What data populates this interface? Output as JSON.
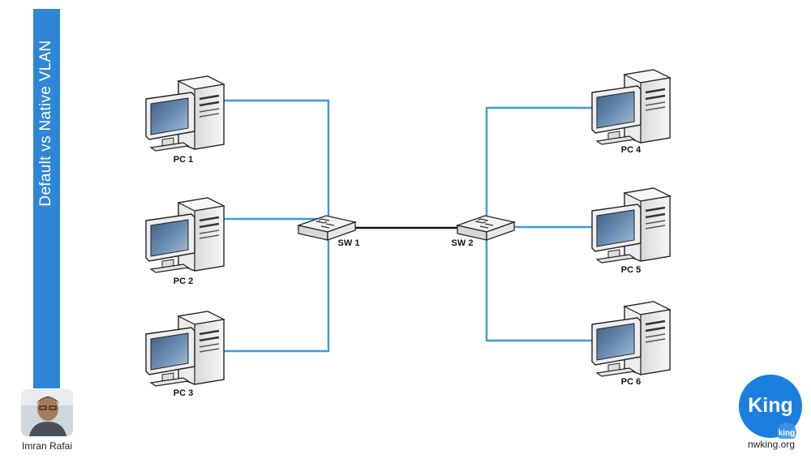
{
  "slide": {
    "title": "Default vs Native VLAN"
  },
  "presenter": {
    "name": "Imran Rafai"
  },
  "brand": {
    "logo_text": "King",
    "logo_badge": "king",
    "site": "nwking.org",
    "logo_color": "#1b7fe0"
  },
  "colors": {
    "sidebar": "#2f86d6",
    "access_link": "#3a9be0",
    "trunk_link": "#111111"
  },
  "diagram": {
    "pcs": [
      {
        "id": "pc1",
        "label": "PC 1",
        "icon": "desktop-computer-icon"
      },
      {
        "id": "pc2",
        "label": "PC 2",
        "icon": "desktop-computer-icon"
      },
      {
        "id": "pc3",
        "label": "PC 3",
        "icon": "desktop-computer-icon"
      },
      {
        "id": "pc4",
        "label": "PC 4",
        "icon": "desktop-computer-icon"
      },
      {
        "id": "pc5",
        "label": "PC 5",
        "icon": "desktop-computer-icon"
      },
      {
        "id": "pc6",
        "label": "PC 6",
        "icon": "desktop-computer-icon"
      }
    ],
    "switches": [
      {
        "id": "sw1",
        "label": "SW 1",
        "icon": "network-switch-icon"
      },
      {
        "id": "sw2",
        "label": "SW 2",
        "icon": "network-switch-icon"
      }
    ],
    "links": [
      {
        "from": "pc1",
        "to": "sw1",
        "type": "access"
      },
      {
        "from": "pc2",
        "to": "sw1",
        "type": "access"
      },
      {
        "from": "pc3",
        "to": "sw1",
        "type": "access"
      },
      {
        "from": "pc4",
        "to": "sw2",
        "type": "access"
      },
      {
        "from": "pc5",
        "to": "sw2",
        "type": "access"
      },
      {
        "from": "pc6",
        "to": "sw2",
        "type": "access"
      },
      {
        "from": "sw1",
        "to": "sw2",
        "type": "trunk"
      }
    ]
  }
}
